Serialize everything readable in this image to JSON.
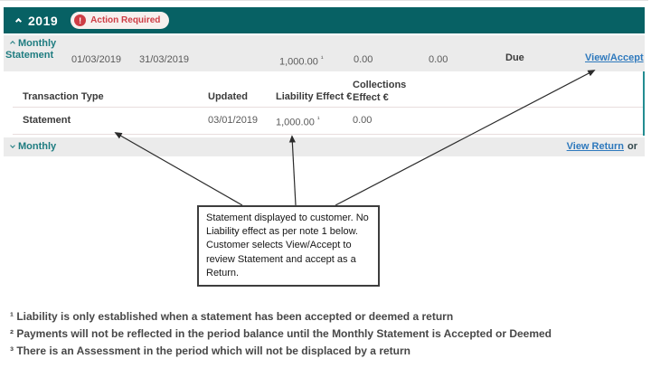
{
  "year_header": {
    "year": "2019",
    "badge_label": "Action Required",
    "alert_glyph": "!"
  },
  "period_row": {
    "label_line1": "Monthly",
    "label_line2": "Statement",
    "start_date": "01/03/2019",
    "end_date": "31/03/2019",
    "liability_amount": "1,000.00",
    "liability_note": "¹",
    "collections_amount": "0.00",
    "balance_amount": "0.00",
    "status": "Due",
    "action_link": "View/Accept"
  },
  "table": {
    "headers": {
      "transaction_type": "Transaction Type",
      "updated": "Updated",
      "liability_effect": "Liability Effect €",
      "collections_effect": "Collections Effect €"
    },
    "row": {
      "transaction_type": "Statement",
      "updated": "03/01/2019",
      "liability_effect": "1,000.00",
      "liability_note": "¹",
      "collections_effect": "0.00"
    }
  },
  "monthly_row": {
    "label": "Monthly",
    "view_return_link": "View Return",
    "or_text": "or"
  },
  "callout": {
    "text": "Statement displayed to customer. No Liability effect as per note 1 below. Customer selects View/Accept to review Statement and accept as a Return."
  },
  "footnotes": [
    "¹ Liability is only established when a statement has been accepted or deemed a return",
    "² Payments will not be reflected in the period balance until the Monthly Statement is Accepted or Deemed",
    "³ There is an Assessment in the period which will not be displaced by a return"
  ],
  "colors": {
    "teal": "#076164",
    "teal_text": "#1e7c80",
    "accent_red": "#cd3d45",
    "link_blue": "#2e79bd",
    "row_gray": "#ebebeb",
    "border_teal": "#238c91"
  }
}
